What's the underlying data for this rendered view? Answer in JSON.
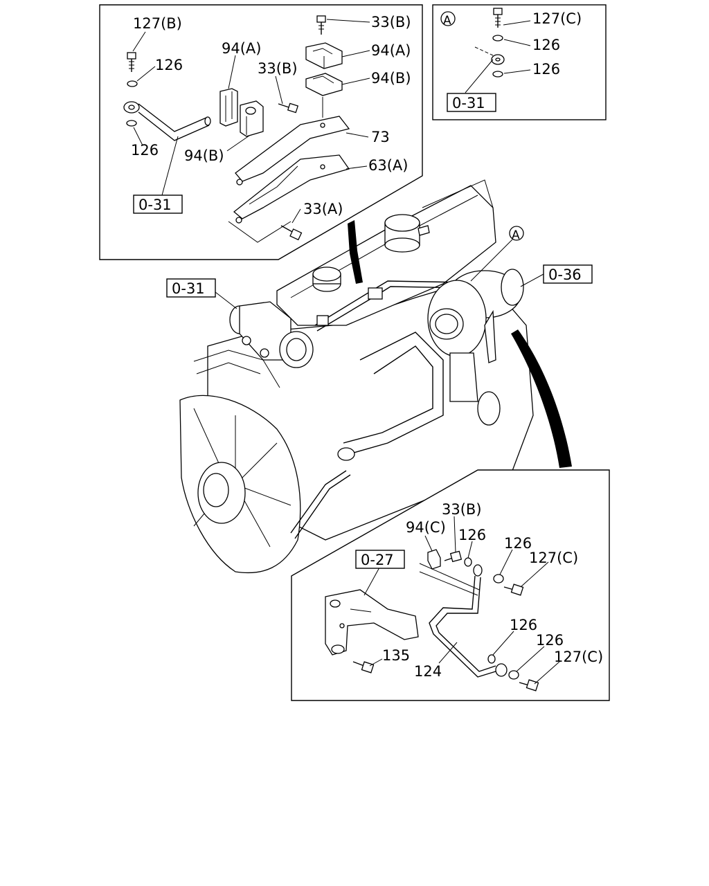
{
  "callouts": {
    "p127b": "127(B)",
    "p126_tl_top": "126",
    "p126_tl_bot": "126",
    "p94a_left": "94(A)",
    "p33b_mid": "33(B)",
    "p94b_left": "94(B)",
    "p33b_top": "33(B)",
    "p94a_right": "94(A)",
    "p94b_right": "94(B)",
    "p73": "73",
    "p63a": "63(A)",
    "p33a": "33(A)",
    "p127c_tr": "127(C)",
    "p126_tr_1": "126",
    "p126_tr_2": "126",
    "p33b_bot": "33(B)",
    "p94c": "94(C)",
    "p126_b1": "126",
    "p126_b2": "126",
    "p127c_b1": "127(C)",
    "p126_b3": "126",
    "p126_b4": "126",
    "p127c_b2": "127(C)",
    "p135": "135",
    "p124": "124"
  },
  "refs": {
    "r031_tl": "0-31",
    "r031_tr": "0-31",
    "r031_main": "0-31",
    "r036": "0-36",
    "r027": "0-27"
  },
  "markers": {
    "a_tr": "A",
    "a_main": "A"
  }
}
